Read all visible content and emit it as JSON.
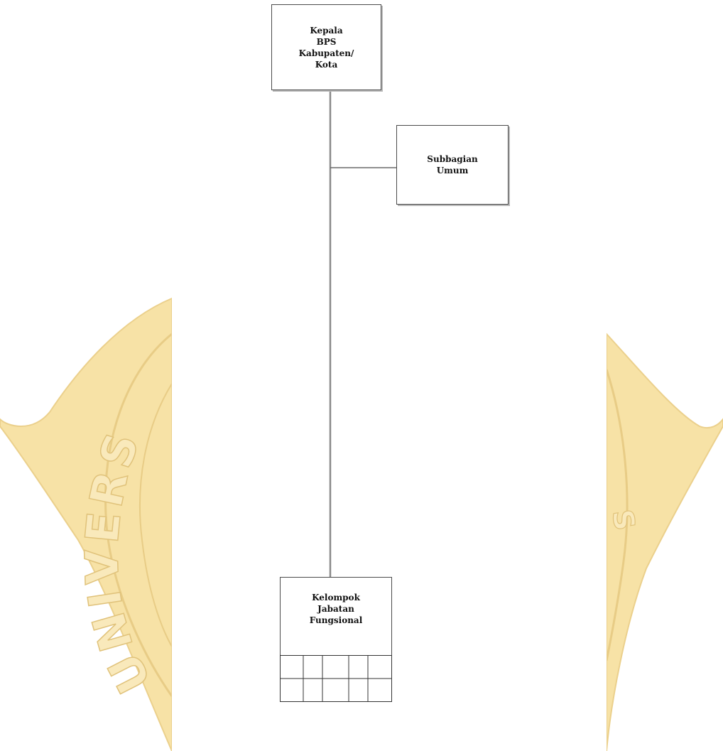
{
  "diagram": {
    "nodes": {
      "head": {
        "label": "Kepala\nBPS\nKabupaten/\nKota"
      },
      "umum": {
        "label": "Subbagian\nUmum"
      },
      "fungsional": {
        "label": "Kelompok\nJabatan\nFungsional"
      }
    },
    "edges": [
      {
        "from": "head",
        "to": "fungsional"
      },
      {
        "from": "head",
        "to": "umum"
      }
    ],
    "fungsional_grid": {
      "rows": 2,
      "cols": 5
    }
  },
  "watermark": {
    "text": "UNIVERSITAS",
    "color": "#f5dc9a",
    "outline_color": "#e6c878"
  }
}
